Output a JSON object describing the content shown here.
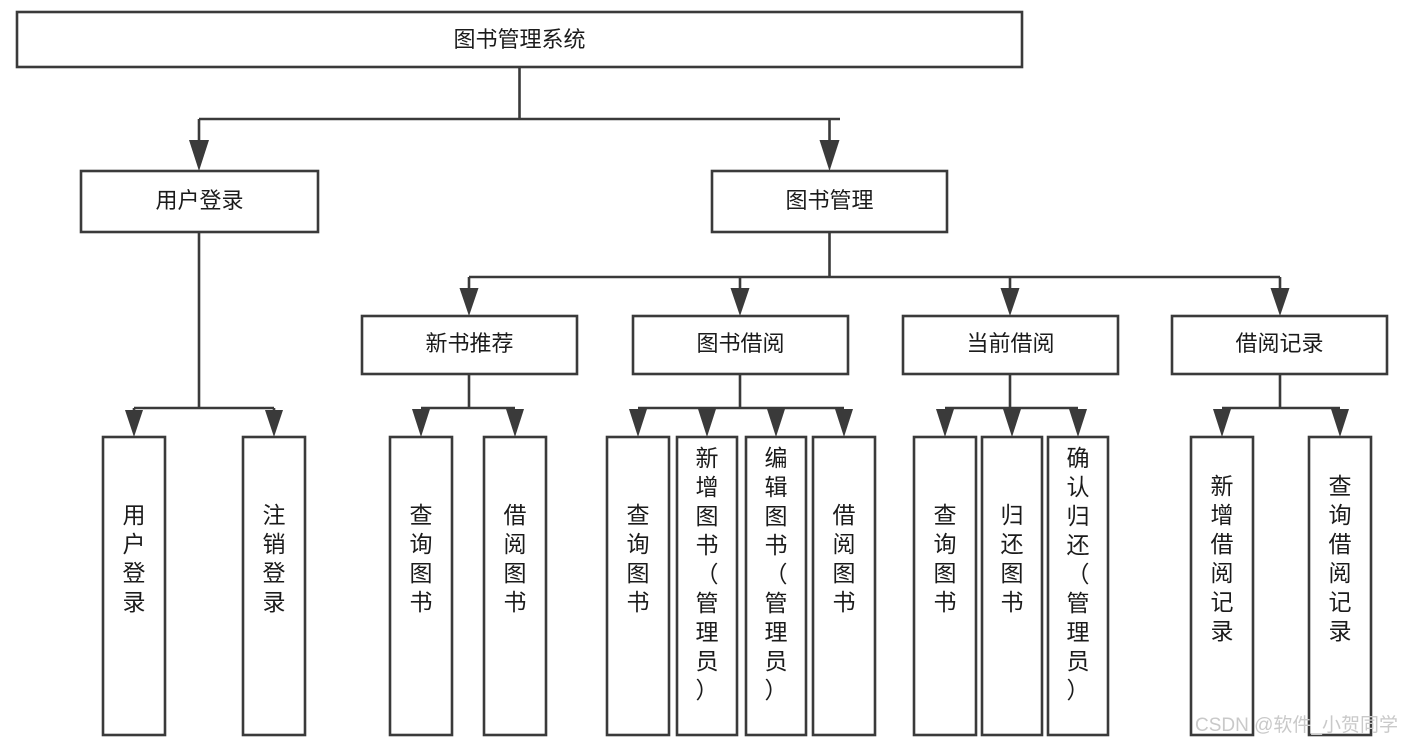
{
  "diagram": {
    "type": "hierarchy-tree",
    "title": "图书管理系统",
    "watermark": "CSDN @软件_小贺同学",
    "colors": {
      "stroke": "#3a3a3a",
      "fill": "#ffffff",
      "text": "#1b1b1b",
      "watermark": "#c9c9c9",
      "background": "#ffffff"
    },
    "levels": {
      "root_label": "图书管理系统",
      "level2": [
        {
          "label": "用户登录"
        },
        {
          "label": "图书管理"
        }
      ],
      "level3": [
        {
          "label": "新书推荐"
        },
        {
          "label": "图书借阅"
        },
        {
          "label": "当前借阅"
        },
        {
          "label": "借阅记录"
        }
      ]
    },
    "nodes": {
      "root": {
        "label": "图书管理系统"
      },
      "user_login": {
        "label": "用户登录"
      },
      "book_manage": {
        "label": "图书管理"
      },
      "new_book_rec": {
        "label": "新书推荐"
      },
      "book_borrow": {
        "label": "图书借阅"
      },
      "current_borrow": {
        "label": "当前借阅"
      },
      "borrow_record": {
        "label": "借阅记录"
      },
      "leaf_user_login": {
        "label": "用户登录"
      },
      "leaf_user_logout": {
        "label": "注销登录"
      },
      "leaf_rec_query": {
        "label": "查询图书"
      },
      "leaf_rec_borrow": {
        "label": "借阅图书"
      },
      "leaf_borrow_query": {
        "label": "查询图书"
      },
      "leaf_borrow_add": {
        "label": "新增图书（管理员）"
      },
      "leaf_borrow_edit": {
        "label": "编辑图书（管理员）"
      },
      "leaf_borrow_do": {
        "label": "借阅图书"
      },
      "leaf_cur_query": {
        "label": "查询图书"
      },
      "leaf_cur_return": {
        "label": "归还图书"
      },
      "leaf_cur_confirm": {
        "label": "确认归还（管理员）"
      },
      "leaf_rec_add": {
        "label": "新增借阅记录"
      },
      "leaf_rec_query2": {
        "label": "查询借阅记录"
      }
    },
    "edges": [
      {
        "from": "root",
        "to": "user_login"
      },
      {
        "from": "root",
        "to": "book_manage"
      },
      {
        "from": "user_login",
        "to": "leaf_user_login"
      },
      {
        "from": "user_login",
        "to": "leaf_user_logout"
      },
      {
        "from": "book_manage",
        "to": "new_book_rec"
      },
      {
        "from": "book_manage",
        "to": "book_borrow"
      },
      {
        "from": "book_manage",
        "to": "current_borrow"
      },
      {
        "from": "book_manage",
        "to": "borrow_record"
      },
      {
        "from": "new_book_rec",
        "to": "leaf_rec_query"
      },
      {
        "from": "new_book_rec",
        "to": "leaf_rec_borrow"
      },
      {
        "from": "book_borrow",
        "to": "leaf_borrow_query"
      },
      {
        "from": "book_borrow",
        "to": "leaf_borrow_add"
      },
      {
        "from": "book_borrow",
        "to": "leaf_borrow_edit"
      },
      {
        "from": "book_borrow",
        "to": "leaf_borrow_do"
      },
      {
        "from": "current_borrow",
        "to": "leaf_cur_query"
      },
      {
        "from": "current_borrow",
        "to": "leaf_cur_return"
      },
      {
        "from": "current_borrow",
        "to": "leaf_cur_confirm"
      },
      {
        "from": "borrow_record",
        "to": "leaf_rec_add"
      },
      {
        "from": "borrow_record",
        "to": "leaf_rec_query2"
      }
    ]
  }
}
